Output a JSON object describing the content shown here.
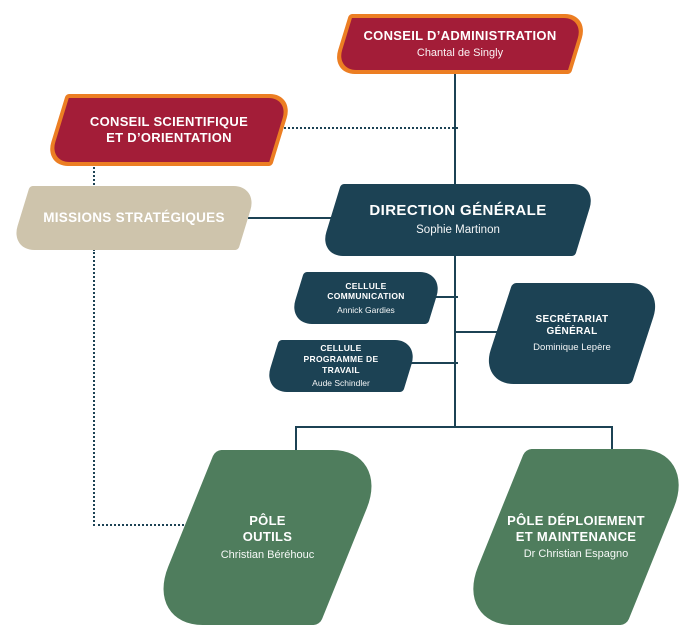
{
  "diagram": {
    "nodes": {
      "conseil_administration": {
        "title": "CONSEIL D’ADMINISTRATION",
        "subtitle": "Chantal de Singly"
      },
      "conseil_scientifique": {
        "title": "CONSEIL SCIENTIFIQUE ET D’ORIENTATION"
      },
      "missions_strategiques": {
        "title": "MISSIONS STRATÉGIQUES"
      },
      "direction_generale": {
        "title": "DIRECTION GÉNÉRALE",
        "subtitle": "Sophie Martinon"
      },
      "cellule_communication": {
        "title": "CELLULE COMMUNICATION",
        "subtitle": "Annick Gardies"
      },
      "cellule_programme": {
        "title": "CELLULE PROGRAMME DE TRAVAIL",
        "subtitle": "Aude Schindler"
      },
      "secretariat_general": {
        "title": "SECRÉTARIAT GÉNÉRAL",
        "subtitle": "Dominique Lepère"
      },
      "pole_outils": {
        "title": "PÔLE OUTILS",
        "subtitle": "Christian Béréhouc"
      },
      "pole_deploiement": {
        "title": "PÔLE DÉPLOIEMENT ET MAINTENANCE",
        "subtitle": "Dr Christian Espagno"
      }
    },
    "colors": {
      "red": "#a31d38",
      "orange": "#ec7e23",
      "beige": "#cec4ac",
      "teal": "#1c4254",
      "green": "#4f7d5d",
      "line": "#1c4254"
    }
  }
}
